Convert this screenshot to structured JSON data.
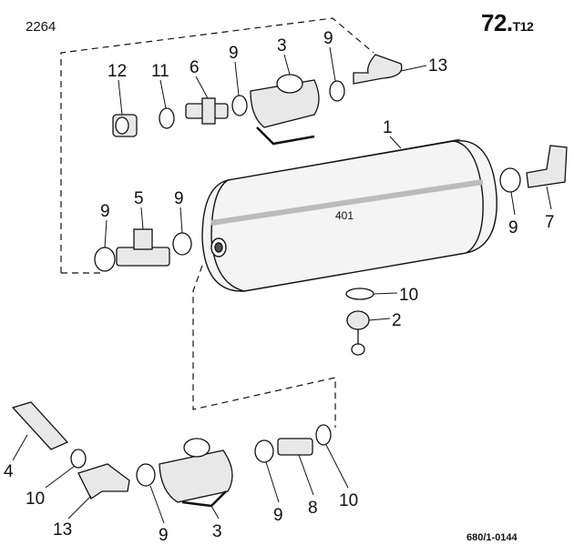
{
  "header": {
    "page_number": "2264",
    "code_main": "72.",
    "code_sub": "T12"
  },
  "footer": {
    "drawing_reference": "680/1-0144"
  },
  "tank": {
    "label": "401"
  },
  "callouts": {
    "c12": "12",
    "c11": "11",
    "c6": "6",
    "c9_top_left": "9",
    "c3_top": "3",
    "c9_top_right": "9",
    "c13_top": "13",
    "c1": "1",
    "c9_left_a": "9",
    "c5": "5",
    "c9_left_b": "9",
    "c9_right": "9",
    "c7": "7",
    "c10_mid": "10",
    "c2": "2",
    "c4": "4",
    "c10_bottom_left": "10",
    "c13_bottom": "13",
    "c9_bottom_a": "9",
    "c3_bottom": "3",
    "c9_bottom_b": "9",
    "c8": "8",
    "c10_bottom_right": "10"
  }
}
